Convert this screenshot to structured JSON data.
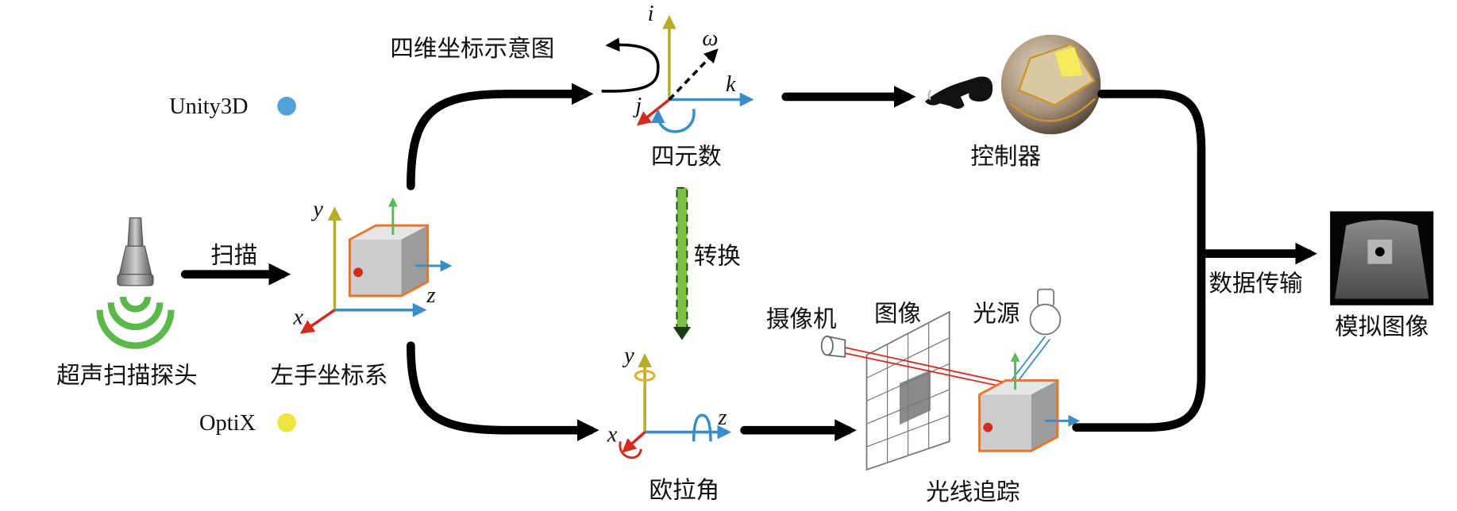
{
  "engines": {
    "unity": {
      "label": "Unity3D",
      "color": "#4fa3d6"
    },
    "optix": {
      "label": "OptiX",
      "color": "#efe33f"
    }
  },
  "probe": {
    "label": "超声扫描探头"
  },
  "scan": {
    "label": "扫描"
  },
  "left_hand": {
    "label": "左手坐标系",
    "axes": {
      "x": "x",
      "y": "y",
      "z": "z"
    }
  },
  "quaternion": {
    "title": "四维坐标示意图",
    "label": "四元数",
    "axes": {
      "i": "i",
      "j": "j",
      "k": "k",
      "w": "ω"
    }
  },
  "convert": {
    "label": "转换"
  },
  "euler": {
    "label": "欧拉角",
    "axes": {
      "x": "x",
      "y": "y",
      "z": "z"
    }
  },
  "controller": {
    "label": "控制器"
  },
  "raytracing": {
    "label": "光线追踪",
    "camera": "摄像机",
    "image": "图像",
    "light": "光源"
  },
  "transfer": {
    "label": "数据传输"
  },
  "output": {
    "label": "模拟图像"
  }
}
